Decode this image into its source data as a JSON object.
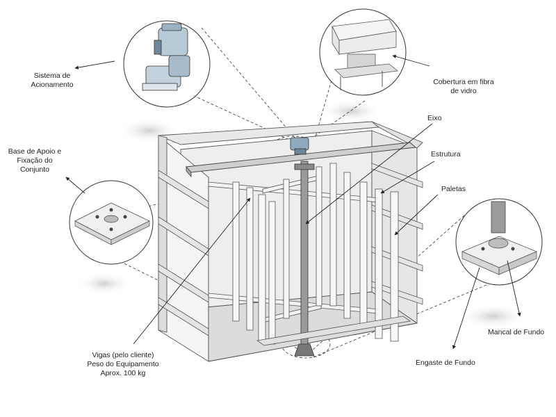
{
  "labels": {
    "sistema_acionamento": [
      "Sistema de",
      "Acionamento"
    ],
    "cobertura": [
      "Cobertura em fibra",
      "de vidro"
    ],
    "eixo": "Eixo",
    "estrutura": "Estrutura",
    "paletas": "Paletas",
    "base_apoio": [
      "Base de Apoio e",
      "Fixação do",
      "Conjunto"
    ],
    "mancal": "Mancal de Fundo",
    "engaste": "Engaste de Fundo",
    "vigas": [
      "Vigas (pelo cliente)",
      "Peso do Equipamento",
      "Aprox. 100 kg"
    ]
  }
}
